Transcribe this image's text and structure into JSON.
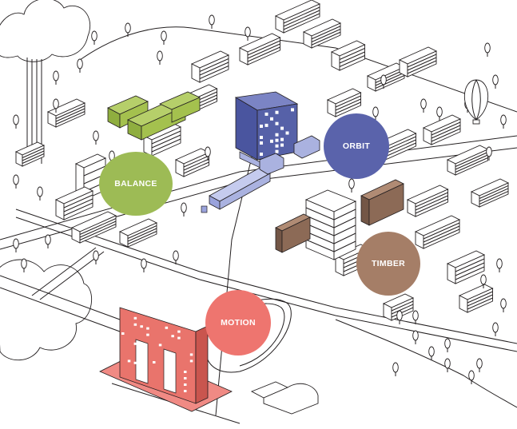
{
  "map": {
    "type": "isometric district illustration",
    "background": "#ffffff",
    "line_color": "#231f20",
    "districts": [
      {
        "id": "balance",
        "label": "BALANCE",
        "color": "#9dbb55",
        "building_color": "#a4c14e",
        "building": "green stepped terrace blocks"
      },
      {
        "id": "orbit",
        "label": "ORBIT",
        "color": "#5a63ab",
        "building_color": "#5661a8",
        "building": "blue patterned tower block"
      },
      {
        "id": "timber",
        "label": "TIMBER",
        "color": "#a57e67",
        "building_color": "#8c6a56",
        "building": "brown timber apartment slabs"
      },
      {
        "id": "motion",
        "label": "MOTION",
        "color": "#ee756f",
        "building_color": "#e9746c",
        "building": "red gateway building with plaza"
      }
    ],
    "landmarks": [
      {
        "name": "hot-air-balloon"
      },
      {
        "name": "cloud-tree-tower"
      },
      {
        "name": "stadium-roof"
      },
      {
        "name": "central-pavilion"
      }
    ]
  }
}
